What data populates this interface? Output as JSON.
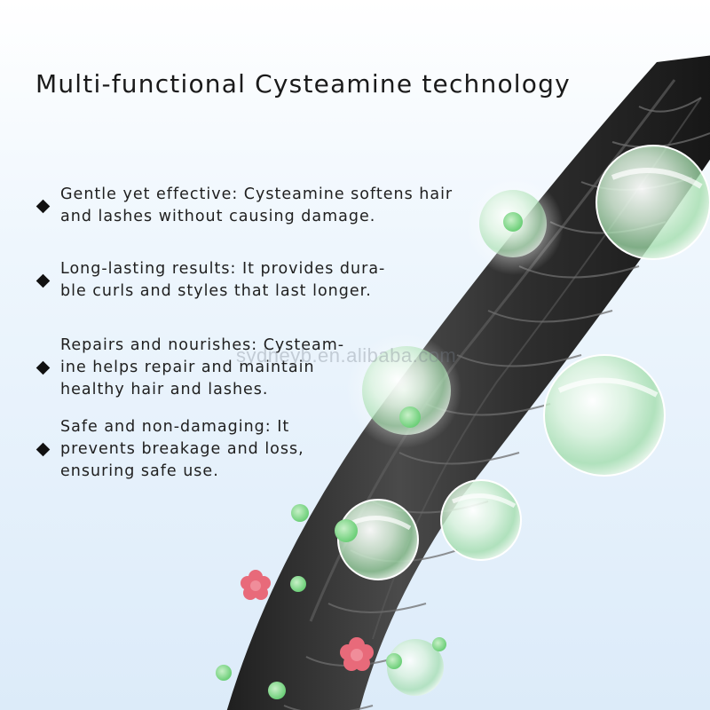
{
  "title": "Multi-functional Cysteamine technology",
  "watermark": "sydneyb.en.alibaba.com",
  "bullet_icon": "diamond-bullet-icon",
  "colors": {
    "background_top": "#ffffff",
    "background_bottom": "#dcebf9",
    "hair": "#3a3a3a",
    "capsule": "#8fd99a",
    "flower": "#e86a7a"
  },
  "bullets": [
    {
      "lines": [
        "Gentle yet effective: Cysteamine softens hair",
        "and lashes without causing damage."
      ]
    },
    {
      "lines": [
        "Long-lasting results: It provides dura-",
        "ble curls and styles that last longer."
      ]
    },
    {
      "lines": [
        "Repairs and nourishes: Cysteam-",
        "ine helps repair and maintain",
        "healthy hair and lashes."
      ]
    },
    {
      "lines": [
        "Safe and non-damaging: It",
        "prevents breakage and loss,",
        "ensuring safe use."
      ]
    }
  ]
}
